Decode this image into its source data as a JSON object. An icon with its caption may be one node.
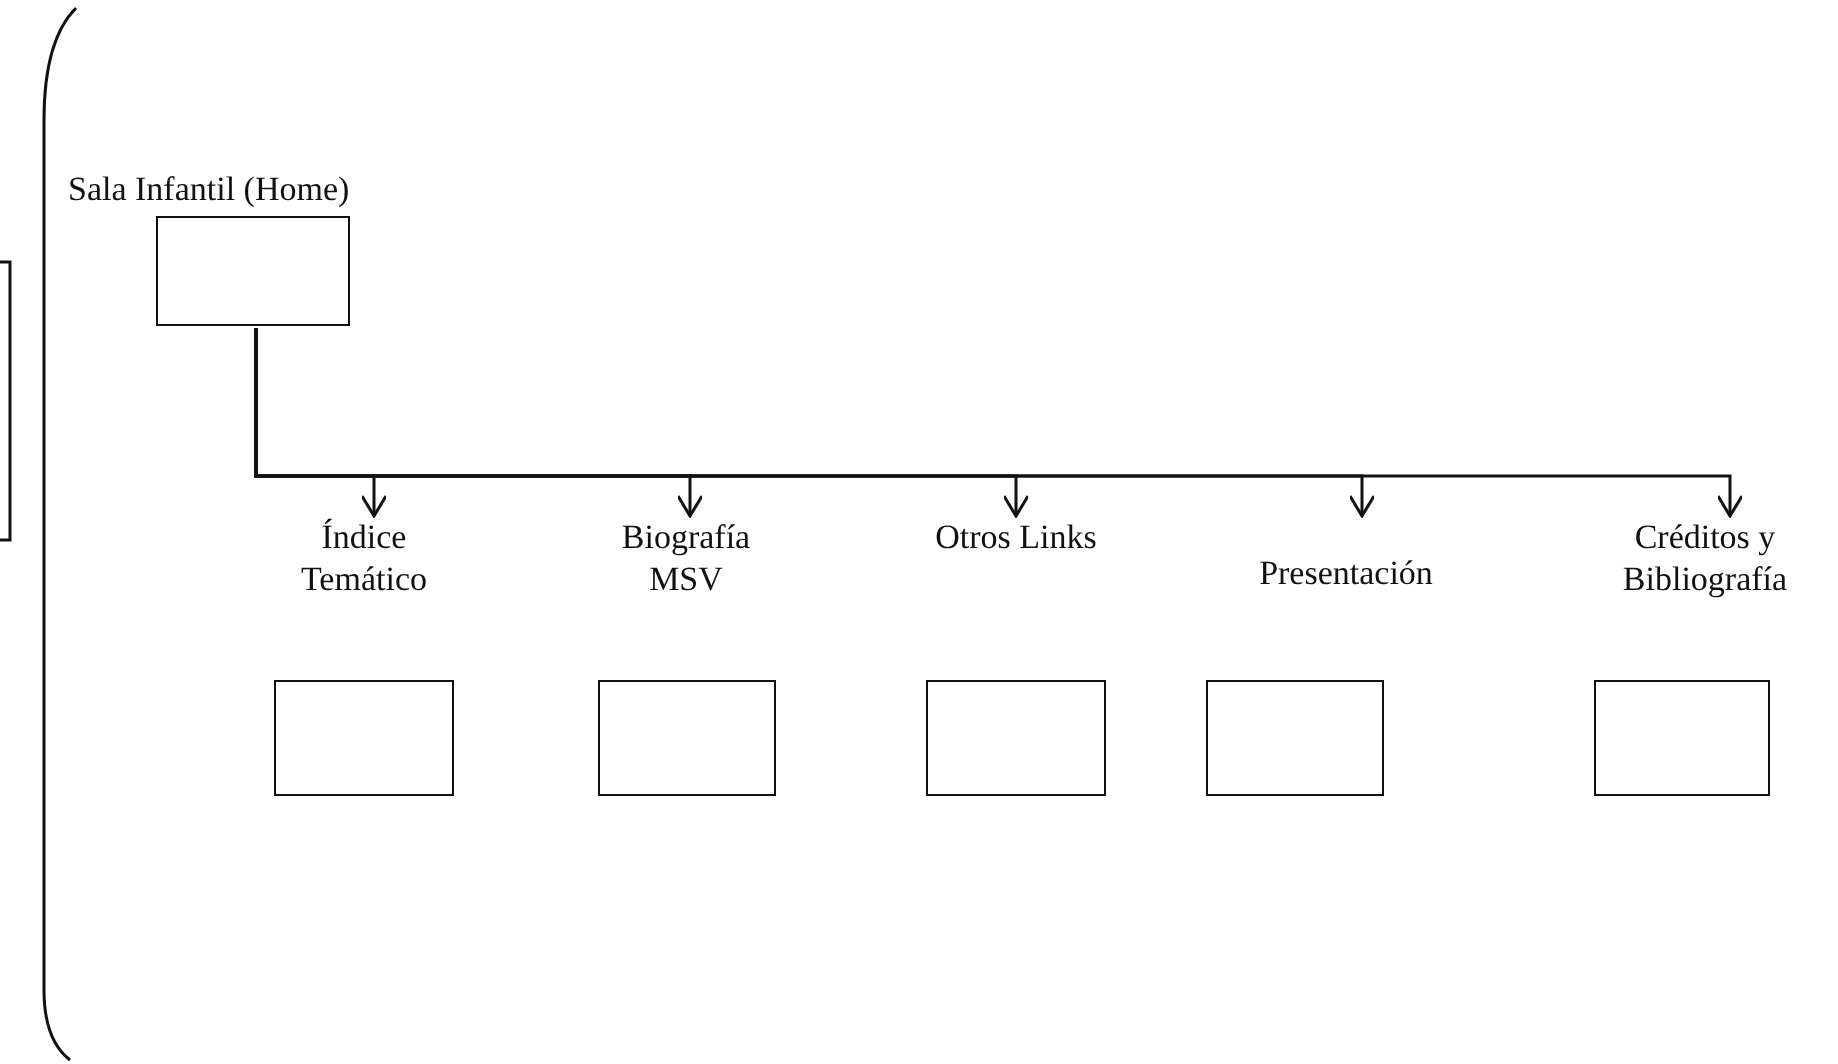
{
  "diagram": {
    "nodes": [
      {
        "text": [
          "Sala Infantil (Home)"
        ]
      },
      {
        "text": [
          "Índice Temático"
        ]
      },
      {
        "text": [
          "Biografía MSV"
        ]
      },
      {
        "text": [
          "Otros Links"
        ]
      },
      {
        "text": [
          "Presentación"
        ]
      },
      {
        "text": [
          "Créditos y Bibliografía"
        ]
      }
    ],
    "edges": [
      {
        "from": 0,
        "to": 1,
        "arrow": "to"
      },
      {
        "from": 0,
        "to": 2,
        "arrow": "to"
      },
      {
        "from": 0,
        "to": 3,
        "arrow": "to"
      },
      {
        "from": 0,
        "to": 4,
        "arrow": "to"
      },
      {
        "from": 0,
        "to": 5,
        "arrow": "to"
      }
    ]
  }
}
